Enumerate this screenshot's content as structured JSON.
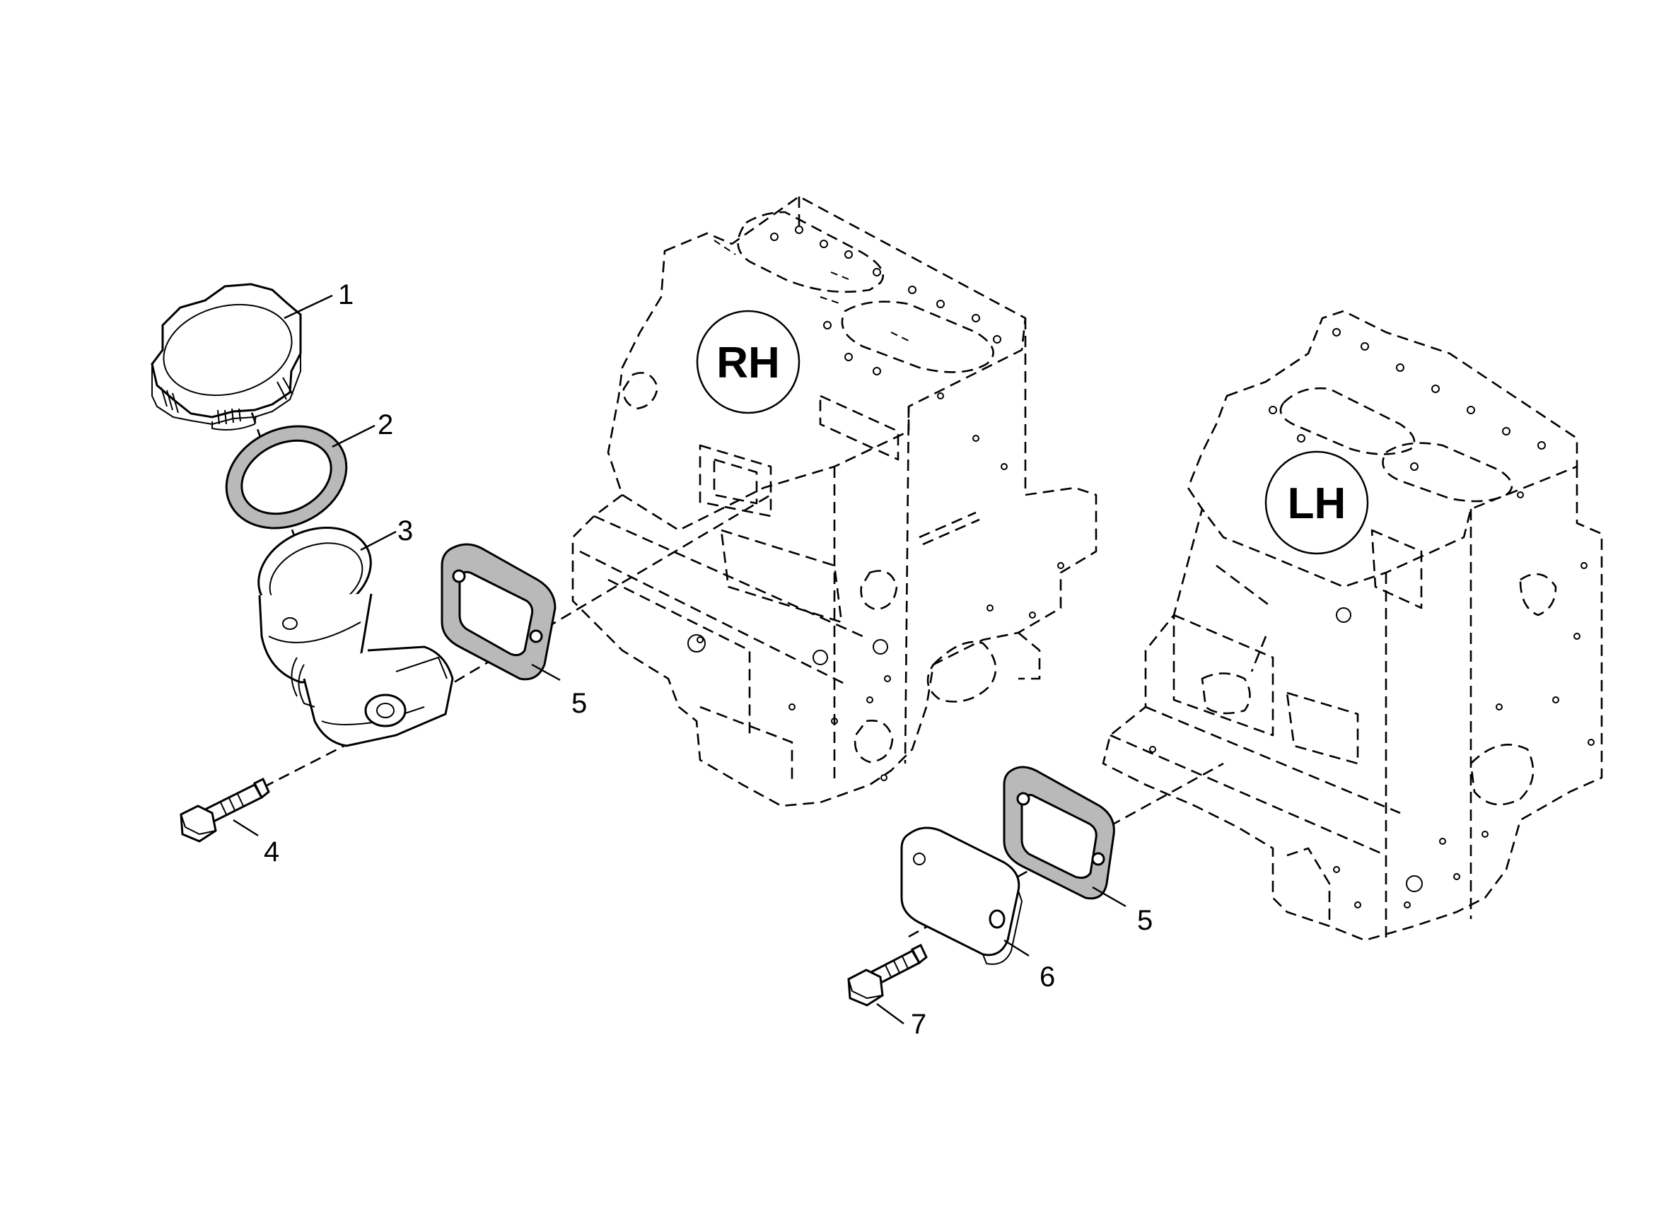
{
  "diagram": {
    "callouts": {
      "c1": "1",
      "c2": "2",
      "c3": "3",
      "c4": "4",
      "c5a": "5",
      "c5b": "5",
      "c6": "6",
      "c7": "7"
    },
    "side_labels": {
      "right": "RH",
      "left": "LH"
    }
  }
}
